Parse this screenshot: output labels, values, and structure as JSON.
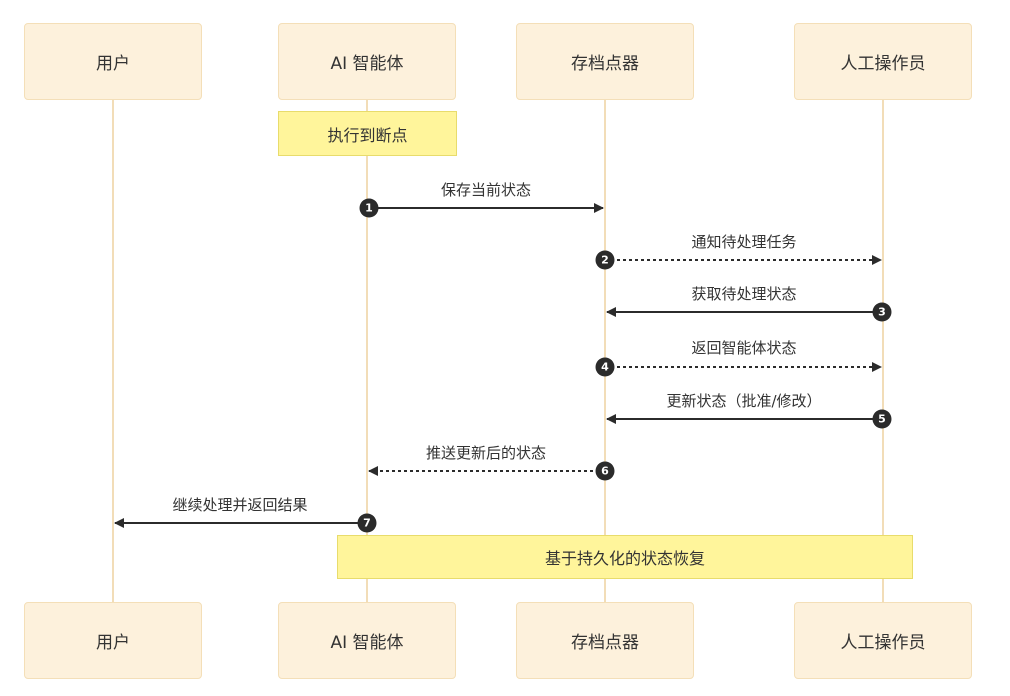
{
  "participants": {
    "user": "用户",
    "agent": "AI 智能体",
    "checkpointer": "存档点器",
    "operator": "人工操作员"
  },
  "notes": {
    "breakpoint": "执行到断点",
    "recovery": "基于持久化的状态恢复"
  },
  "messages": [
    {
      "number": "1",
      "label": "保存当前状态",
      "style": "solid"
    },
    {
      "number": "2",
      "label": "通知待处理任务",
      "style": "dashed"
    },
    {
      "number": "3",
      "label": "获取待处理状态",
      "style": "solid"
    },
    {
      "number": "4",
      "label": "返回智能体状态",
      "style": "dashed"
    },
    {
      "number": "5",
      "label": "更新状态（批准/修改）",
      "style": "solid"
    },
    {
      "number": "6",
      "label": "推送更新后的状态",
      "style": "dashed"
    },
    {
      "number": "7",
      "label": "继续处理并返回结果",
      "style": "solid"
    }
  ],
  "colors": {
    "actor_fill": "#fdf1dc",
    "lifeline": "#f2ddb8",
    "note_fill": "#fff59b",
    "arrow": "#2b2b2b"
  }
}
